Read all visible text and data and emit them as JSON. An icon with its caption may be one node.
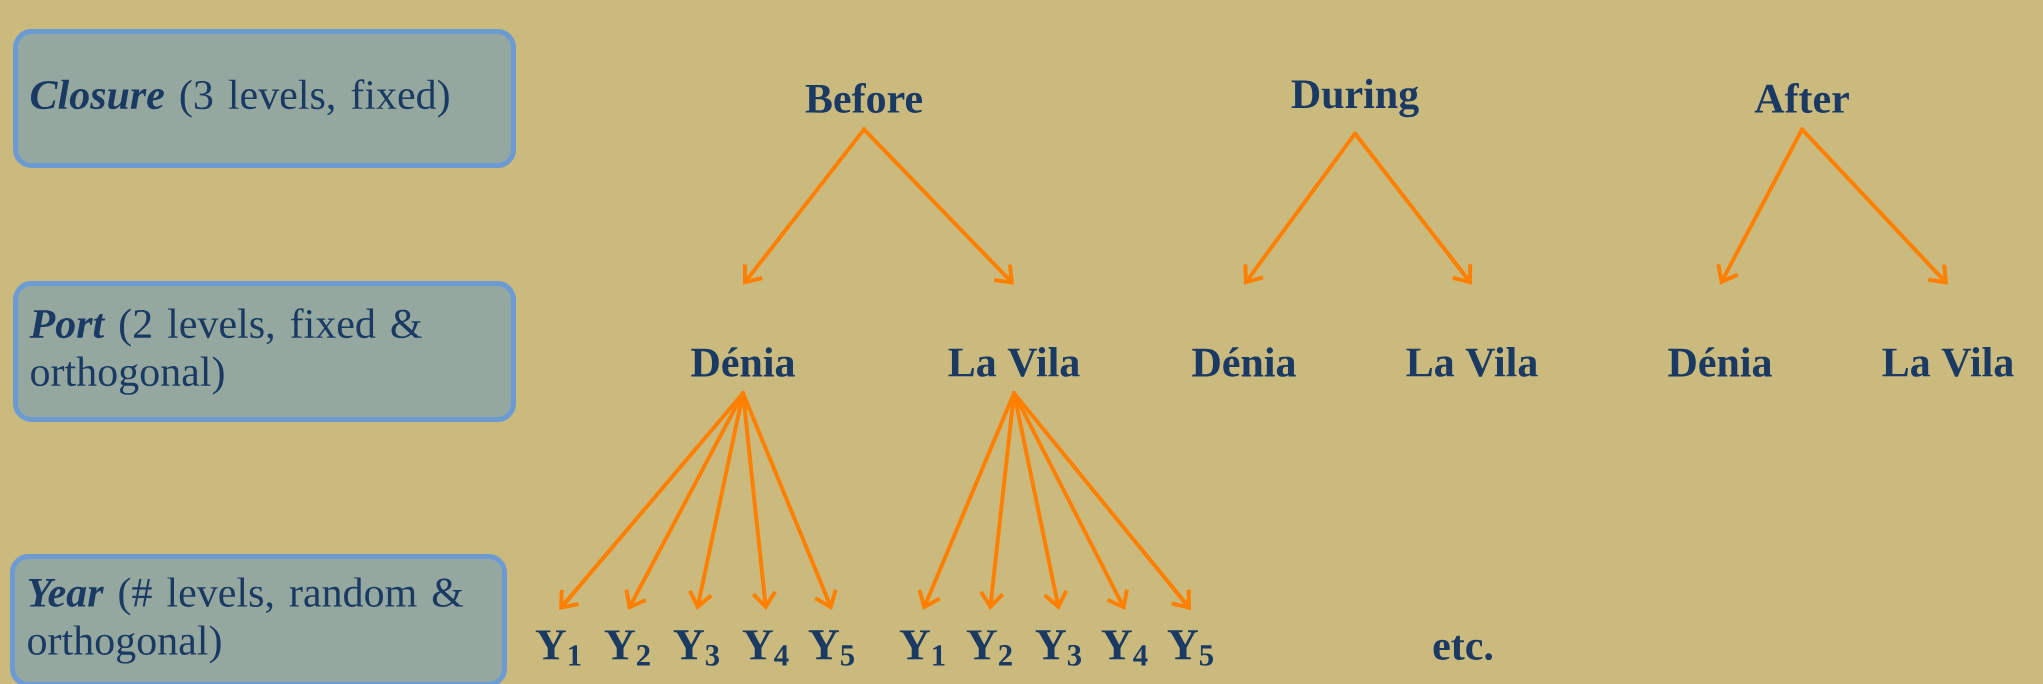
{
  "diagram": {
    "nodes": [
      {
        "text": [
          "Closure",
          "(3 levels, fixed)"
        ]
      },
      {
        "text": [
          "Port",
          "(2 levels, fixed & orthogonal)"
        ]
      },
      {
        "text": [
          "Year",
          "(# levels, random & orthogonal)"
        ]
      },
      {
        "text": [
          "Before"
        ]
      },
      {
        "text": [
          "During"
        ]
      },
      {
        "text": [
          "After"
        ]
      },
      {
        "text": [
          "Dénia"
        ]
      },
      {
        "text": [
          "La Vila"
        ]
      },
      {
        "text": [
          "Dénia"
        ]
      },
      {
        "text": [
          "La Vila"
        ]
      },
      {
        "text": [
          "Dénia"
        ]
      },
      {
        "text": [
          "La Vila"
        ]
      },
      {
        "text": [
          "Y$_{1}$"
        ]
      },
      {
        "text": [
          "Y$_{2}$"
        ]
      },
      {
        "text": [
          "Y$_{3}$"
        ]
      },
      {
        "text": [
          "Y$_{4}$"
        ]
      },
      {
        "text": [
          "Y$_{5}$"
        ]
      },
      {
        "text": [
          "Y$_{1}$"
        ]
      },
      {
        "text": [
          "Y$_{2}$"
        ]
      },
      {
        "text": [
          "Y$_{3}$"
        ]
      },
      {
        "text": [
          "Y$_{4}$"
        ]
      },
      {
        "text": [
          "Y$_{5}$"
        ]
      }
    ],
    "edges": [
      {
        "from": 3,
        "to": 6,
        "arrow": "to"
      },
      {
        "from": 3,
        "to": 7,
        "arrow": "to"
      },
      {
        "from": 4,
        "to": 8,
        "arrow": "to"
      },
      {
        "from": 4,
        "to": 9,
        "arrow": "to"
      },
      {
        "from": 5,
        "to": 10,
        "arrow": "to"
      },
      {
        "from": 5,
        "to": 11,
        "arrow": "to"
      },
      {
        "from": 6,
        "to": 12,
        "arrow": "to"
      },
      {
        "from": 6,
        "to": 13,
        "arrow": "to"
      },
      {
        "from": 6,
        "to": 14,
        "arrow": "to"
      },
      {
        "from": 6,
        "to": 15,
        "arrow": "to"
      },
      {
        "from": 6,
        "to": 16,
        "arrow": "to"
      },
      {
        "from": 7,
        "to": 17,
        "arrow": "to"
      },
      {
        "from": 7,
        "to": 18,
        "arrow": "to"
      },
      {
        "from": 7,
        "to": 19,
        "arrow": "to"
      },
      {
        "from": 7,
        "to": 20,
        "arrow": "to"
      },
      {
        "from": 7,
        "to": 21,
        "arrow": "to"
      }
    ],
    "labels": [
      "etc."
    ]
  }
}
